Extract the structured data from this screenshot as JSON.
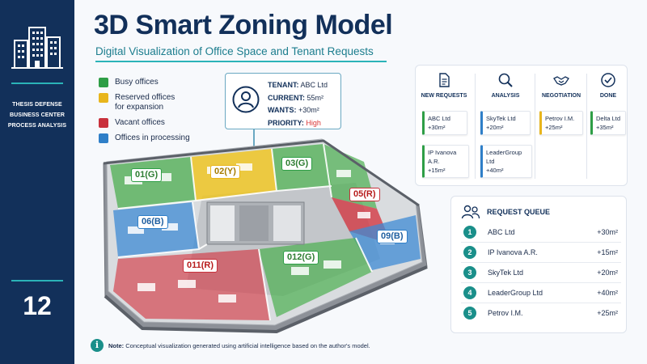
{
  "sidebar": {
    "icon": "office-building-icon",
    "lines": [
      "THESIS DEFENSE",
      "BUSINESS CENTER",
      "PROCESS ANALYSIS"
    ],
    "slide_number": "12"
  },
  "header": {
    "title": "3D Smart Zoning Model",
    "subtitle": "Digital Visualization of Office Space and Tenant Requests"
  },
  "legend": [
    {
      "label": "Busy offices",
      "color": "#2e9e46"
    },
    {
      "label": "Reserved offices for expansion",
      "color": "#e8b51c"
    },
    {
      "label": "Vacant offices",
      "color": "#c9313c"
    },
    {
      "label": "Offices in processing",
      "color": "#2f7fc8"
    }
  ],
  "tenant_card": {
    "icon": "user-avatar-icon",
    "tenant_label": "TENANT:",
    "tenant_value": "ABC Ltd",
    "current_label": "CURRENT:",
    "current_value": "55m²",
    "wants_label": "WANTS:",
    "wants_value": "+30m²",
    "priority_label": "PRIORITY:",
    "priority_value": "High"
  },
  "zones": [
    {
      "id": "01(G)",
      "color": "#2e9e46"
    },
    {
      "id": "02(Y)",
      "color": "#e8b51c"
    },
    {
      "id": "03(G)",
      "color": "#2e9e46"
    },
    {
      "id": "05(R)",
      "color": "#c9313c"
    },
    {
      "id": "06(B)",
      "color": "#2f7fc8"
    },
    {
      "id": "09(B)",
      "color": "#2f7fc8"
    },
    {
      "id": "011(R)",
      "color": "#c9313c"
    },
    {
      "id": "012(G)",
      "color": "#2e9e46"
    }
  ],
  "workflow": {
    "columns": [
      {
        "title": "NEW REQUESTS",
        "icon": "document-icon",
        "cards": [
          {
            "name": "ABC Ltd",
            "area": "+30m²",
            "color": "#2e9e46"
          },
          {
            "name": "IP Ivanova A.R.",
            "area": "+15m²",
            "color": "#2e9e46"
          }
        ]
      },
      {
        "title": "ANALYSIS",
        "icon": "magnifier-icon",
        "cards": [
          {
            "name": "SkyTek Ltd",
            "area": "+20m²",
            "color": "#2f7fc8"
          },
          {
            "name": "LeaderGroup Ltd",
            "area": "+40m²",
            "color": "#2f7fc8"
          }
        ]
      },
      {
        "title": "NEGOTIATION",
        "icon": "handshake-icon",
        "cards": [
          {
            "name": "Petrov I.M.",
            "area": "+25m²",
            "color": "#e8b51c"
          }
        ]
      },
      {
        "title": "DONE",
        "icon": "checkmark-circle-icon",
        "cards": [
          {
            "name": "Delta Ltd",
            "area": "+35m²",
            "color": "#2e9e46"
          }
        ]
      }
    ]
  },
  "queue": {
    "title": "REQUEST QUEUE",
    "icon": "people-group-icon",
    "items": [
      {
        "n": "1",
        "name": "ABC Ltd",
        "area": "+30m²"
      },
      {
        "n": "2",
        "name": "IP Ivanova A.R.",
        "area": "+15m²"
      },
      {
        "n": "3",
        "name": "SkyTek Ltd",
        "area": "+20m²"
      },
      {
        "n": "4",
        "name": "LeaderGroup Ltd",
        "area": "+40m²"
      },
      {
        "n": "5",
        "name": "Petrov I.M.",
        "area": "+25m²"
      }
    ]
  },
  "note": {
    "icon": "info-icon",
    "icon_glyph": "i",
    "label": "Note:",
    "text": "Conceptual visualization generated using artificial intelligence based on the author's model."
  }
}
